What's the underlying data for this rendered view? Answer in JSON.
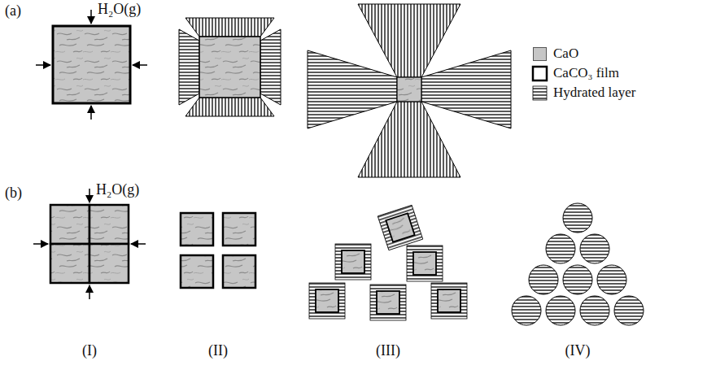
{
  "diagram": {
    "labels": [
      "(a)",
      "H₂O(g)",
      "(b)",
      "H₂O(g)",
      "(I)",
      "(II)",
      "(III)",
      "(IV)"
    ],
    "legend": [
      {
        "text": "CaO",
        "color": "#c6c6c6"
      },
      {
        "text": "CaCO₃ film"
      },
      {
        "text": "Hydrated layer"
      }
    ]
  }
}
